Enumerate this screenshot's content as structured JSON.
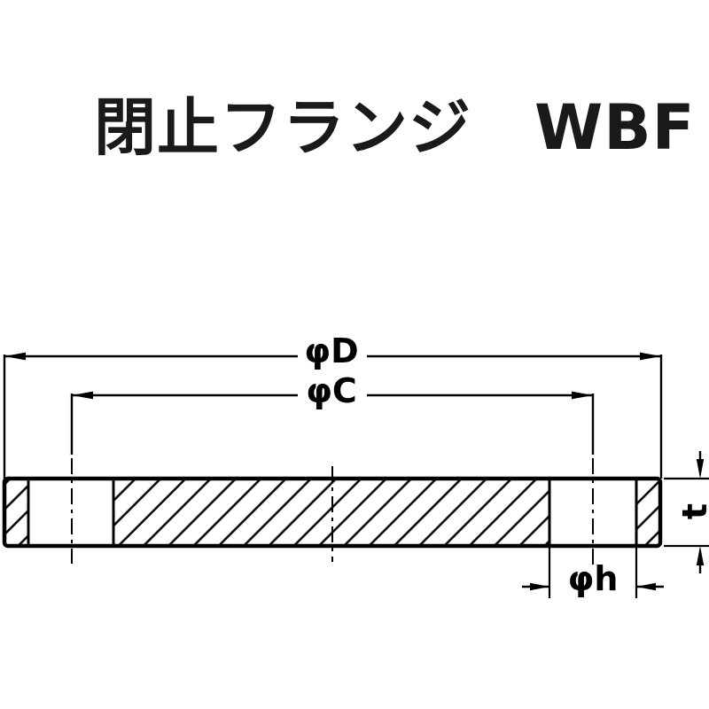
{
  "page": {
    "background_color": "#ffffff",
    "line_color": "#000000"
  },
  "header": {
    "title": "閉止フランジ　WBF"
  },
  "drawing": {
    "dimension_labels": {
      "outer_diameter": "φD",
      "bolt_circle_diameter": "φC",
      "bolt_hole_diameter": "φh",
      "thickness": "t"
    }
  }
}
